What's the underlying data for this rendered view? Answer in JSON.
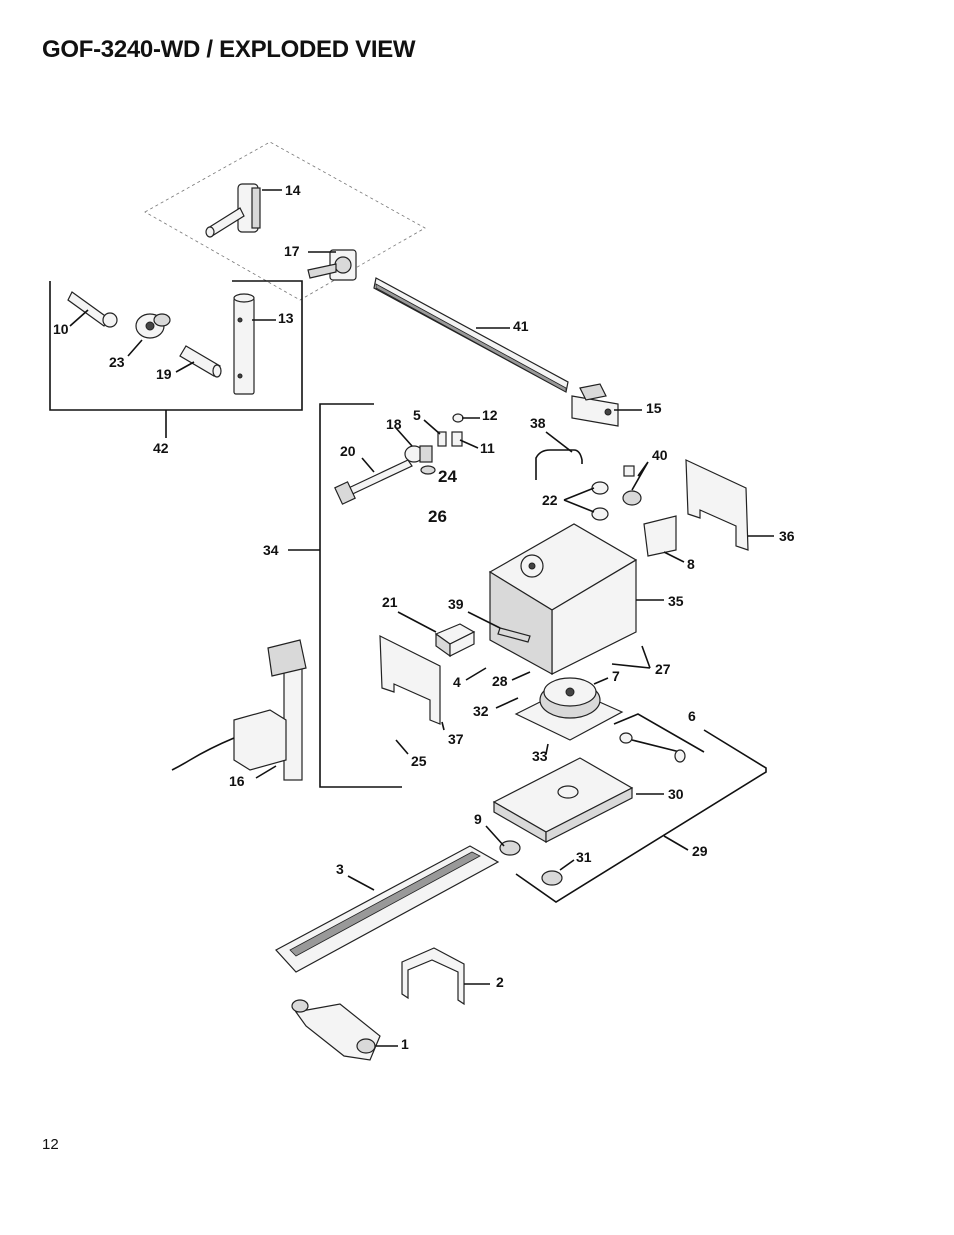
{
  "page": {
    "title": "GOF-3240-WD / EXPLODED VIEW",
    "page_number": "12"
  },
  "callouts": [
    "1",
    "2",
    "3",
    "4",
    "5",
    "6",
    "7",
    "8",
    "9",
    "10",
    "11",
    "12",
    "13",
    "14",
    "15",
    "16",
    "17",
    "18",
    "19",
    "20",
    "21",
    "22",
    "23",
    "24",
    "25",
    "26",
    "27",
    "28",
    "29",
    "30",
    "31",
    "32",
    "33",
    "34",
    "35",
    "36",
    "37",
    "38",
    "39",
    "40",
    "41",
    "42"
  ]
}
